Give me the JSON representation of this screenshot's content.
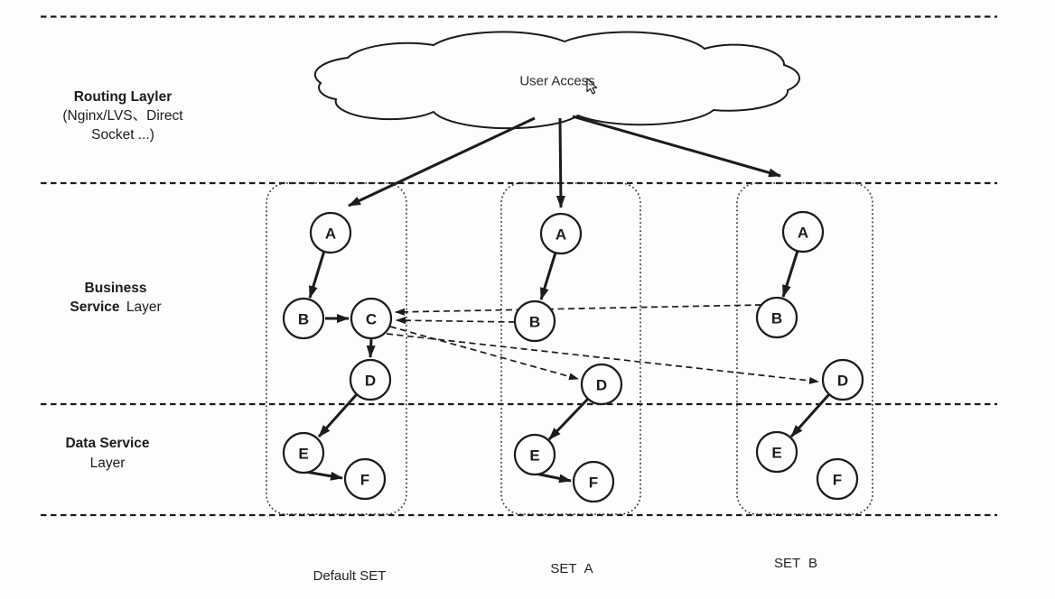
{
  "colors": {
    "ink": "#1c1c1c",
    "background": "#fdfdfd"
  },
  "cloud": {
    "label": "User Access"
  },
  "layers": {
    "routing": {
      "title": "Routing Layler",
      "subtitle1": "(Nginx/LVS、Direct",
      "subtitle2": "Socket ...)"
    },
    "business": {
      "title1": "Business",
      "title2_bold": "Service",
      "title2_regular": "Layer"
    },
    "data": {
      "title_bold": "Data Service",
      "title_regular": "Layer"
    }
  },
  "sets": [
    {
      "label": "Default SET",
      "nodes": [
        {
          "label": "A"
        },
        {
          "label": "B"
        },
        {
          "label": "C"
        },
        {
          "label": "D"
        },
        {
          "label": "E"
        },
        {
          "label": "F"
        }
      ]
    },
    {
      "label": "SET A",
      "nodes": [
        {
          "label": "A"
        },
        {
          "label": "B"
        },
        {
          "label": "D"
        },
        {
          "label": "E"
        },
        {
          "label": "F"
        }
      ]
    },
    {
      "label": "SET B",
      "nodes": [
        {
          "label": "A"
        },
        {
          "label": "B"
        },
        {
          "label": "D"
        },
        {
          "label": "E"
        },
        {
          "label": "F"
        }
      ]
    }
  ],
  "edges": [
    {
      "from": "UserAccess",
      "to": "DefaultSET.A",
      "style": "solid"
    },
    {
      "from": "UserAccess",
      "to": "SETA.A",
      "style": "solid"
    },
    {
      "from": "UserAccess",
      "to": "SETB",
      "style": "solid"
    },
    {
      "from": "DefaultSET.A",
      "to": "DefaultSET.B",
      "style": "solid"
    },
    {
      "from": "DefaultSET.B",
      "to": "DefaultSET.C",
      "style": "solid"
    },
    {
      "from": "DefaultSET.C",
      "to": "DefaultSET.D",
      "style": "solid"
    },
    {
      "from": "DefaultSET.D",
      "to": "DefaultSET.E",
      "style": "solid"
    },
    {
      "from": "DefaultSET.E",
      "to": "DefaultSET.F",
      "style": "solid"
    },
    {
      "from": "SETA.A",
      "to": "SETA.B",
      "style": "solid"
    },
    {
      "from": "SETA.D",
      "to": "SETA.E",
      "style": "solid"
    },
    {
      "from": "SETA.E",
      "to": "SETA.F",
      "style": "solid"
    },
    {
      "from": "SETB.A",
      "to": "SETB.B",
      "style": "solid"
    },
    {
      "from": "SETB.D",
      "to": "SETB.E",
      "style": "solid"
    },
    {
      "from": "SETA.B",
      "to": "DefaultSET.C",
      "style": "dashed"
    },
    {
      "from": "SETB.B",
      "to": "DefaultSET.C",
      "style": "dashed"
    },
    {
      "from": "DefaultSET.C",
      "to": "SETA.D",
      "style": "dashed"
    },
    {
      "from": "DefaultSET.C",
      "to": "SETB.D",
      "style": "dashed"
    }
  ]
}
